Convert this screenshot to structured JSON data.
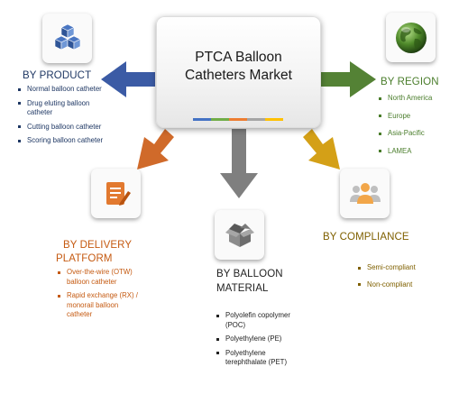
{
  "center": {
    "title": "PTCA Balloon Catheters Market"
  },
  "stripe_colors": [
    "#4472c4",
    "#70ad47",
    "#ed7d31",
    "#a5a5a5",
    "#ffc000"
  ],
  "colors": {
    "product": "#3b5ba5",
    "region": "#548235",
    "delivery": "#d06a2a",
    "material": "#7f7f7f",
    "compliance": "#d4a017"
  },
  "icons": {
    "product": "cubes-icon",
    "region": "globe-icon",
    "delivery": "document-edit-icon",
    "material": "open-box-icon",
    "compliance": "users-icon"
  },
  "segments": {
    "product": {
      "heading": "BY PRODUCT",
      "items": [
        "Normal balloon catheter",
        "Drug eluting balloon catheter",
        "Cutting balloon catheter",
        "Scoring balloon catheter"
      ]
    },
    "region": {
      "heading": "BY REGION",
      "items": [
        "North America",
        "Europe",
        "Asia-Pacific",
        "LAMEA"
      ]
    },
    "delivery": {
      "heading_line1": "BY DELIVERY",
      "heading_line2": "PLATFORM",
      "items": [
        "Over-the-wire (OTW) balloon catheter",
        "Rapid exchange (RX) / monorail balloon catheter"
      ]
    },
    "material": {
      "heading_line1": "BY BALLOON",
      "heading_line2": "MATERIAL",
      "items": [
        "Polyolefin copolymer (POC)",
        "Polyethylene (PE)",
        "Polyethylene terephthalate (PET)"
      ]
    },
    "compliance": {
      "heading": "BY COMPLIANCE",
      "items": [
        "Semi-compliant",
        "Non-compliant"
      ]
    }
  }
}
